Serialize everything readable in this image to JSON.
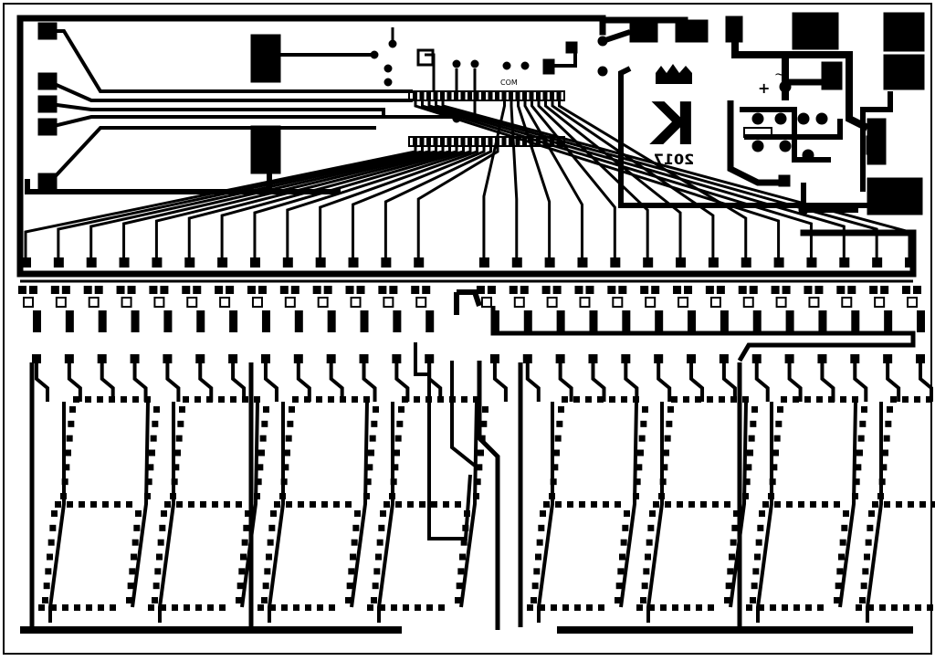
{
  "labels": {
    "com": "COM",
    "plus": "+",
    "wave1": "~",
    "wave2": "~",
    "logo_letter": "K",
    "year": "2017"
  },
  "digit_groups": 4,
  "digits_per_group": 2,
  "header_pins_per_row": 22,
  "upper_resistors": 28,
  "lower_pads": 28,
  "colors": {
    "copper": "#000000",
    "board": "#ffffff"
  }
}
